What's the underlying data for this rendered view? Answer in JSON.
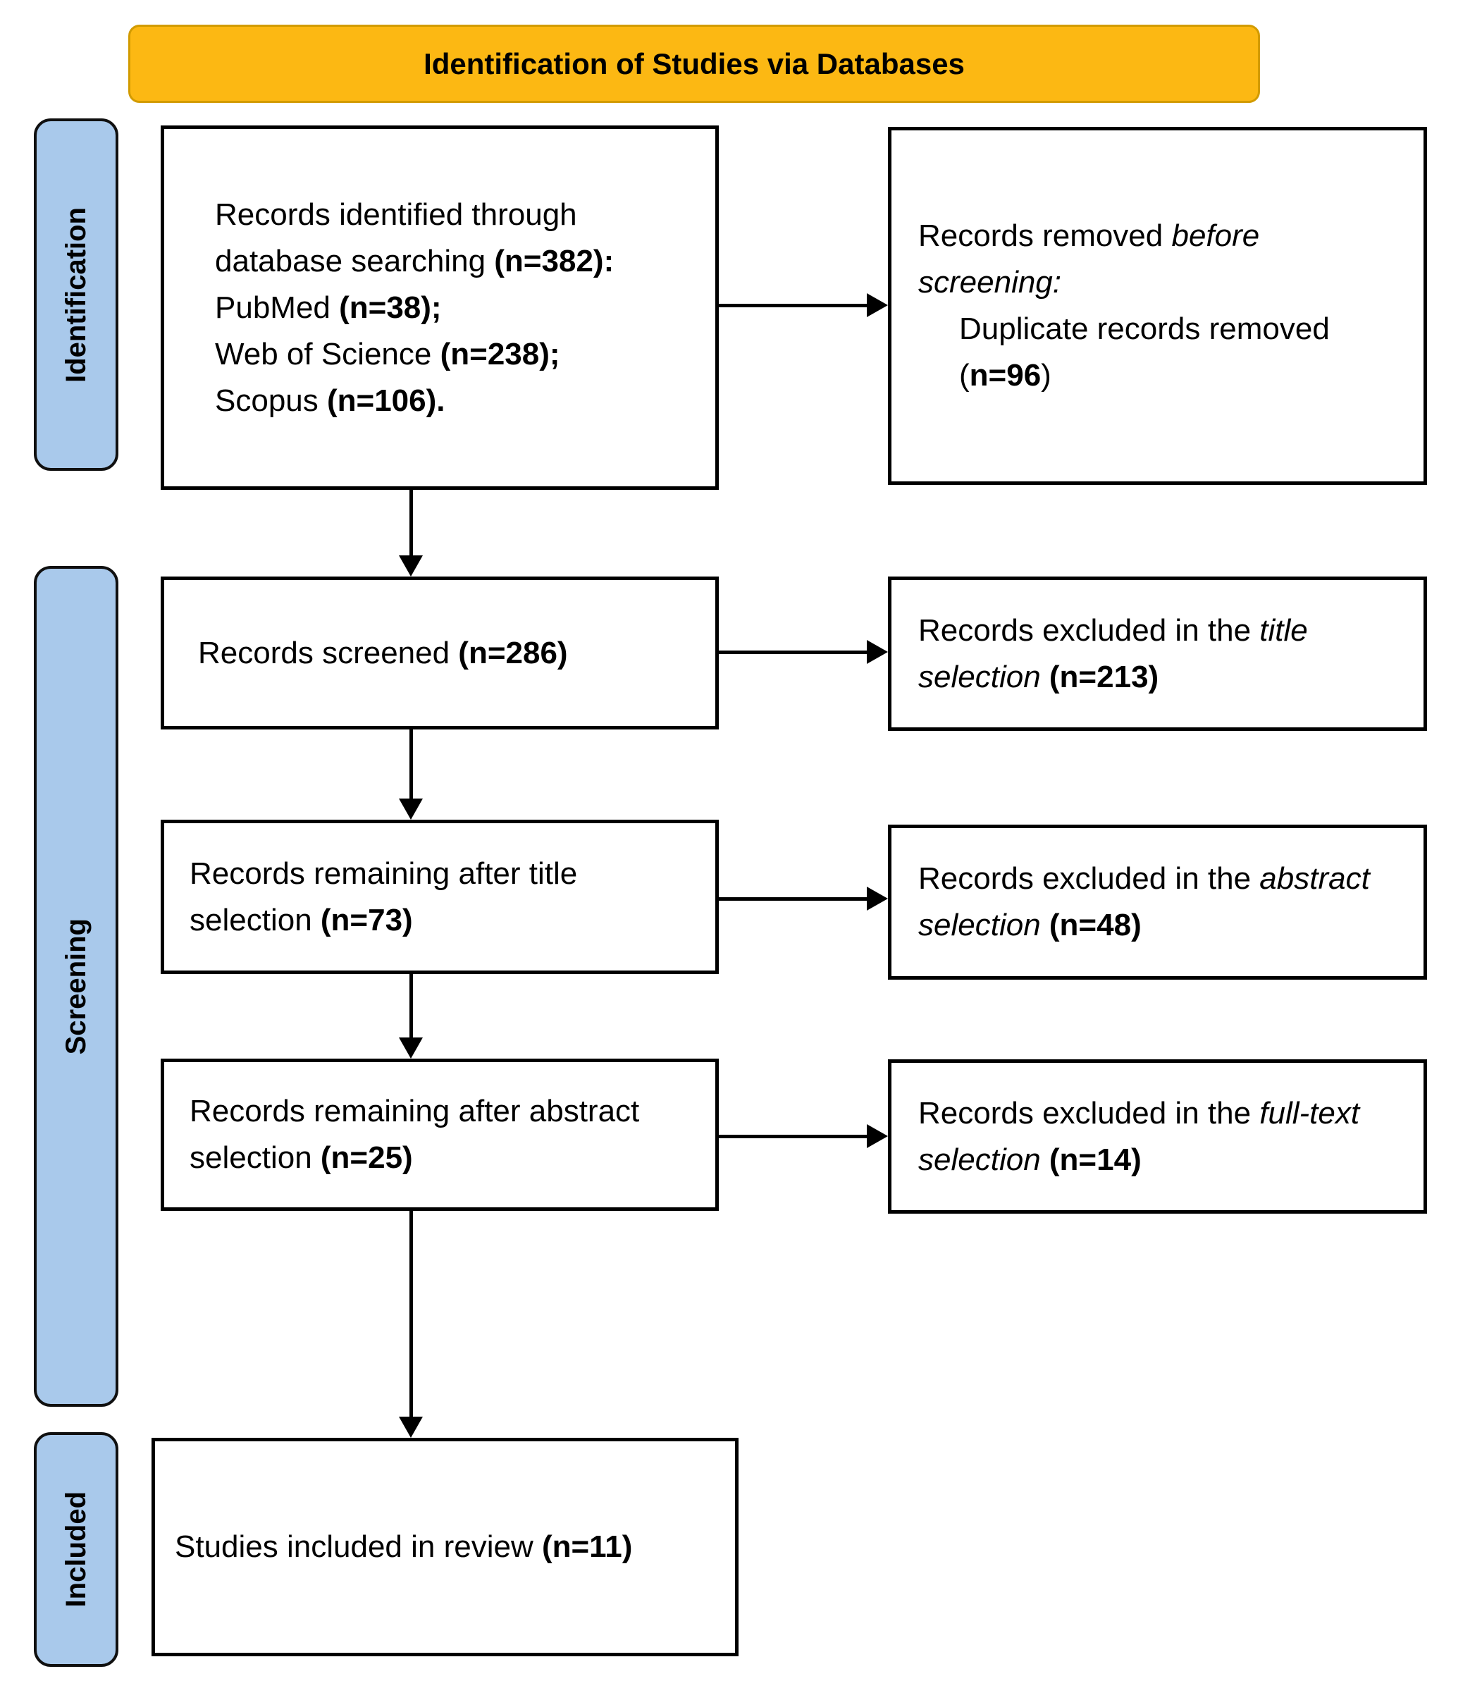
{
  "title_banner": {
    "label": "Identification of Studies via Databases"
  },
  "colors": {
    "banner_fill": "#FCB813",
    "banner_border": "#D29B00",
    "stage_fill": "#A9C9EB",
    "stage_border": "#101010",
    "box_border": "#000000",
    "arrow": "#000000"
  },
  "stages": [
    {
      "id": "identification",
      "label": "Identification"
    },
    {
      "id": "screening",
      "label": "Screening"
    },
    {
      "id": "included",
      "label": "Included"
    }
  ],
  "flow_boxes": {
    "records_identified": {
      "lines": [
        {
          "segs": [
            {
              "t": "Records identified through"
            }
          ]
        },
        {
          "segs": [
            {
              "t": "database searching "
            },
            {
              "t": "(n=382):",
              "b": true
            }
          ]
        },
        {
          "segs": [
            {
              "t": "PubMed "
            },
            {
              "t": "(n=38);",
              "b": true
            }
          ]
        },
        {
          "segs": [
            {
              "t": "Web of Science "
            },
            {
              "t": "(n=238);",
              "b": true
            }
          ]
        },
        {
          "segs": [
            {
              "t": "Scopus "
            },
            {
              "t": "(n=106).",
              "b": true
            }
          ]
        }
      ]
    },
    "records_removed": {
      "lines": [
        {
          "segs": [
            {
              "t": "Records removed "
            },
            {
              "t": "before",
              "i": true
            }
          ]
        },
        {
          "segs": [
            {
              "t": "screening:",
              "i": true
            }
          ]
        },
        {
          "indent": true,
          "segs": [
            {
              "t": "Duplicate records removed"
            }
          ]
        },
        {
          "indent": true,
          "segs": [
            {
              "t": "("
            },
            {
              "t": "n=96",
              "b": true
            },
            {
              "t": ")"
            }
          ]
        }
      ]
    },
    "records_screened": {
      "lines": [
        {
          "segs": [
            {
              "t": "Records screened "
            },
            {
              "t": "(n=286)",
              "b": true
            }
          ]
        }
      ]
    },
    "title_excluded": {
      "lines": [
        {
          "segs": [
            {
              "t": "Records excluded in the "
            },
            {
              "t": "title",
              "i": true
            }
          ]
        },
        {
          "segs": [
            {
              "t": "selection",
              "i": true
            },
            {
              "t": " "
            },
            {
              "t": "(n=213)",
              "b": true
            }
          ]
        }
      ]
    },
    "title_remaining": {
      "lines": [
        {
          "segs": [
            {
              "t": "Records remaining after title"
            }
          ]
        },
        {
          "segs": [
            {
              "t": "selection "
            },
            {
              "t": "(n=73)",
              "b": true
            }
          ]
        }
      ]
    },
    "abstract_excluded": {
      "lines": [
        {
          "segs": [
            {
              "t": "Records excluded in the "
            },
            {
              "t": "abstract",
              "i": true
            }
          ]
        },
        {
          "segs": [
            {
              "t": "selection",
              "i": true
            },
            {
              "t": " "
            },
            {
              "t": "(n=48)",
              "b": true
            }
          ]
        }
      ]
    },
    "abstract_remaining": {
      "lines": [
        {
          "segs": [
            {
              "t": "Records remaining after abstract"
            }
          ]
        },
        {
          "segs": [
            {
              "t": "selection "
            },
            {
              "t": "(n=25)",
              "b": true
            }
          ]
        }
      ]
    },
    "fulltext_excluded": {
      "lines": [
        {
          "segs": [
            {
              "t": "Records excluded in the "
            },
            {
              "t": "full-text",
              "i": true
            }
          ]
        },
        {
          "segs": [
            {
              "t": "selection",
              "i": true
            },
            {
              "t": " "
            },
            {
              "t": "(n=14)",
              "b": true
            }
          ]
        }
      ]
    },
    "studies_included": {
      "lines": [
        {
          "segs": [
            {
              "t": "Studies included in review "
            },
            {
              "t": "(n=11)",
              "b": true
            }
          ]
        }
      ]
    }
  }
}
